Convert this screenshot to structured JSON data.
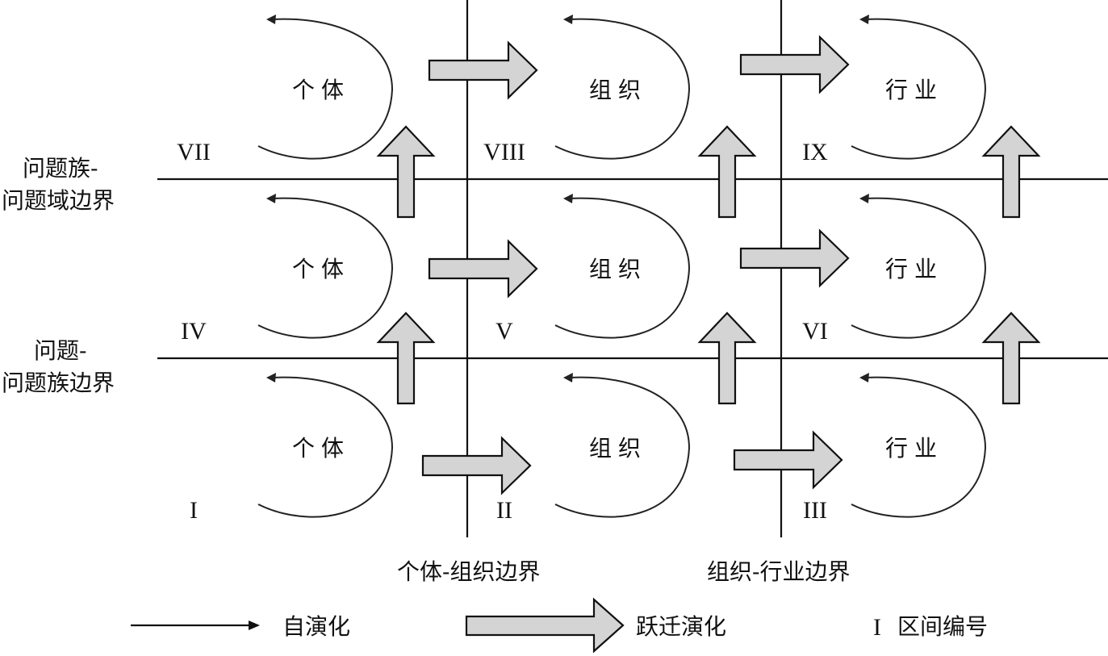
{
  "diagram": {
    "rows_bottom_to_top": [
      "问题",
      "问题族",
      "问题域"
    ],
    "columns_left_to_right": [
      "个体",
      "组织",
      "行业"
    ],
    "cells": [
      {
        "id": "I",
        "label": "个体",
        "numeral": "I"
      },
      {
        "id": "II",
        "label": "组织",
        "numeral": "II"
      },
      {
        "id": "III",
        "label": "行业",
        "numeral": "III"
      },
      {
        "id": "IV",
        "label": "个体",
        "numeral": "IV"
      },
      {
        "id": "V",
        "label": "组织",
        "numeral": "V"
      },
      {
        "id": "VI",
        "label": "行业",
        "numeral": "VI"
      },
      {
        "id": "VII",
        "label": "个体",
        "numeral": "VII"
      },
      {
        "id": "VIII",
        "label": "组织",
        "numeral": "VIII"
      },
      {
        "id": "IX",
        "label": "行业",
        "numeral": "IX"
      }
    ],
    "horizontal_boundaries": [
      {
        "line1": "问题族-",
        "line2": "问题域边界"
      },
      {
        "line1": "问题-",
        "line2": "问题族边界"
      }
    ],
    "vertical_boundaries": [
      {
        "label": "个体-组织边界"
      },
      {
        "label": "组织-行业边界"
      }
    ]
  },
  "legend": {
    "self_evolution": "自演化",
    "leap_evolution": "跃迁演化",
    "region_number_symbol": "I",
    "region_number": "区间编号"
  },
  "colors": {
    "arrow_fill": "#d4d4d4",
    "line": "#111111"
  }
}
